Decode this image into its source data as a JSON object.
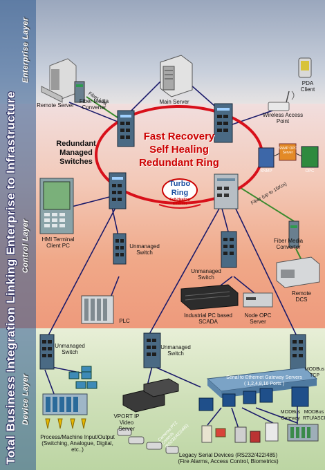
{
  "side_title": "Total Business Integration Linking Enterprise to Infrastructure",
  "layers": {
    "enterprise": "Enterprise Layer",
    "control": "Control Layer",
    "device": "Device Layer"
  },
  "ring": {
    "line1": "Fast Recovery",
    "line2": "Self Healing",
    "line3": "Redundant Ring",
    "logo_turbo": "Turbo",
    "logo_ring": "Ring",
    "logo_sub": "Self-Healing Ethernet"
  },
  "redundant_switches": "Redundant Managed Switches",
  "labels": {
    "remote_server": "Remote Server",
    "fiber_link": "Fiber Link",
    "fiber_media_converter_top": "Fiber Media Converter",
    "main_server": "Main Server",
    "wireless_ap": "Wireless Access Point",
    "pda": "PDA Client",
    "hmi": "HMI Terminal Client PC",
    "unmanaged_switch_1": "Unmanaged Switch",
    "plc": "PLC",
    "unmanaged_switch_2": "Unmanaged Switch",
    "industrial_pc": "Industrial PC based SCADA",
    "node_opc": "Node OPC Server",
    "fiber_up_to": "Fiber (up to 15Km)",
    "fiber_media_converter_right": "Fiber Media Converter",
    "remote_dcs": "Remote DCS",
    "snmp": "SNMP",
    "snmp_opc_server": "SNMP OPC Server",
    "opc": "OPC",
    "unmanaged_switch_3": "Unmanaged Switch",
    "unmanaged_switch_4": "Unmanaged Switch",
    "process_io": "Process/Machine Input/Output (Switching, Analogue, Digital, etc..)",
    "vport": "VPORT IP Video Server",
    "cameras": "Cameras PTZ Controls (RS232/422/485)",
    "gateway_servers": "Serial to Ethernet Gateway Servers",
    "gateway_ports": "( 1,2,4,8,16 Ports )",
    "modbus_tcp": "MODBus TCP",
    "modbus_gateway": "MODBus Gateway",
    "modbus_rtu": "MODBus RTU/ASCII",
    "legacy": "Legacy Serial Devices (RS232/422/485)",
    "legacy_sub": "(Fire Alarms, Access Control, Biometrics)"
  },
  "colors": {
    "enterprise_band": "#9aa7bd",
    "control_band": "#f0a888",
    "device_band": "#cfe0b9",
    "side_bar": "#2d5a8f",
    "ring": "#d8101a",
    "ring_text": "#cc0000",
    "fiber_line": "#3b8a2e",
    "cable": "#1a1a6a"
  },
  "icons": [
    "server-icon",
    "switch-icon",
    "fiber-converter-icon",
    "wireless-ap-icon",
    "pda-icon",
    "hmi-panel-icon",
    "plc-icon",
    "industrial-pc-icon",
    "opc-server-icon",
    "dcs-icon",
    "io-module-icon",
    "video-server-icon",
    "camera-icon",
    "gateway-icon",
    "serial-device-icon"
  ]
}
